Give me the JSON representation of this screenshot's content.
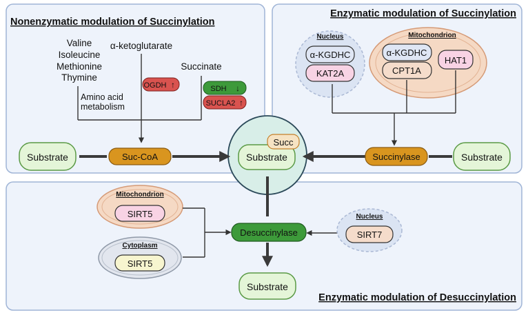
{
  "panels": {
    "nonenzymatic_title": "Nonenzymatic modulation of Succinylation",
    "enzymatic_title": "Enzymatic modulation of Succinylation",
    "desuccinylation_title": "Enzymatic modulation of Desuccinylation"
  },
  "amino_acids": [
    "Valine",
    "Isoleucine",
    "Methionine",
    "Thymine"
  ],
  "ketoglutarate": "α-ketoglutarate",
  "succinate": "Succinate",
  "aa_metabolism": [
    "Amino acid",
    "metabolism"
  ],
  "ogdh": "OGDH",
  "sdh": "SDH",
  "sucla2": "SUCLA2",
  "arrows": {
    "up": "↑",
    "down": "↓"
  },
  "substrate": "Substrate",
  "suc_coa": "Suc-CoA",
  "succ": "Succ",
  "succinylase": "Succinylase",
  "desuccinylase": "Desuccinylase",
  "nucleus_label": "Nucleus",
  "mitochondrion_label": "Mitochondrion",
  "cytoplasm_label": "Cytoplasm",
  "akgdhc": "α-KGDHC",
  "kat2a": "KAT2A",
  "cpt1a": "CPT1A",
  "hat1": "HAT1",
  "sirt5": "SIRT5",
  "sirt7": "SIRT7",
  "colors": {
    "panel_fill": "#eef3fb",
    "panel_border": "#9fb4d6",
    "substrate_fill": "#e4f5d8",
    "substrate_border": "#5a9a45",
    "enzyme_orange": "#d9951f",
    "enzyme_green": "#3d9a3a",
    "enzyme_red": "#d9534f",
    "center_circle": "#d8eee8",
    "mito_fill": "#f5d9c4",
    "nucleus_fill": "#dbe4f3"
  }
}
